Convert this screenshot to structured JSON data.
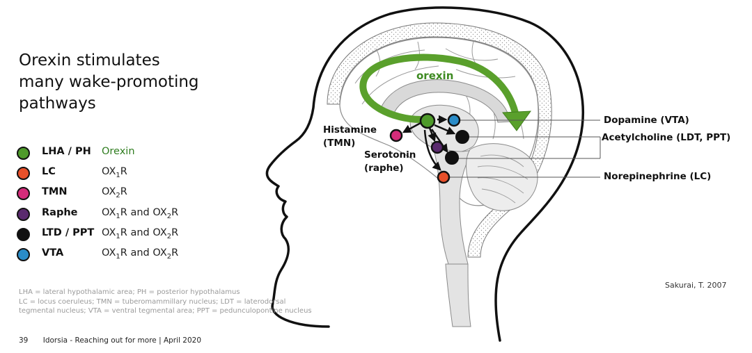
{
  "title_lines": [
    "Orexin stimulates",
    "many wake-promoting",
    "pathways"
  ],
  "legend": [
    {
      "abbr": "LHA / PH",
      "receptor": "Orexin",
      "color": "#4e9a2a"
    },
    {
      "abbr": "LC",
      "receptor_parts": [
        "OX",
        "1",
        "R"
      ],
      "color": "#e8502a"
    },
    {
      "abbr": "TMN",
      "receptor_parts": [
        "OX",
        "2",
        "R"
      ],
      "color": "#d42c7a"
    },
    {
      "abbr": "Raphe",
      "receptor_parts": [
        "OX",
        "1",
        "R and OX",
        "2",
        "R"
      ],
      "color": "#5a2a6e"
    },
    {
      "abbr": "LTD / PPT",
      "receptor_parts": [
        "OX",
        "1",
        "R and OX",
        "2",
        "R"
      ],
      "color": "#111111"
    },
    {
      "abbr": "VTA",
      "receptor_parts": [
        "OX",
        "1",
        "R and OX",
        "2",
        "R"
      ],
      "color": "#2a8cc8"
    }
  ],
  "diagram": {
    "orexin_label": "orexin",
    "histamine": [
      "Histamine",
      "(TMN)"
    ],
    "serotonin": [
      "Serotonin",
      "(raphe)"
    ],
    "dopamine": "Dopamine (VTA)",
    "acetylcholine": "Acetylcholine (LDT, PPT)",
    "norepinephrine": "Norepinephrine (LC)"
  },
  "footnote_lines": [
    "LHA = lateral hypothalamic area; PH = posterior hypothalamus",
    "LC = locus coeruleus; TMN = tuberomammillary nucleus; LDT = laterodorsal",
    "tegmental nucleus; VTA = ventral tegmental area; PPT = pedunculopontine nucleus"
  ],
  "citation": "Sakurai, T. 2007",
  "footer": {
    "page": "39",
    "text": "Idorsia - Reaching out for more | April 2020"
  },
  "colors": {
    "orexin_green": "#4e9a2a",
    "arrow_green": "#5aa02c"
  }
}
